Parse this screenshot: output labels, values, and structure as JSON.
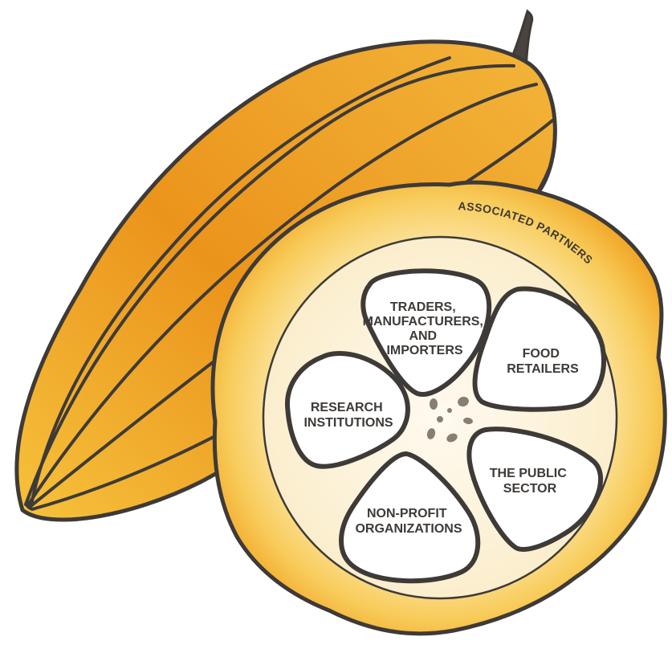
{
  "diagram": {
    "ring_label": "ASSOCIATED PARTNERS",
    "segments": [
      {
        "id": "traders",
        "lines": [
          "TRADERS,",
          "MANUFACTURERS,",
          "AND",
          "IMPORTERS"
        ]
      },
      {
        "id": "food-retailers",
        "lines": [
          "FOOD",
          "RETAILERS"
        ]
      },
      {
        "id": "public-sector",
        "lines": [
          "THE PUBLIC",
          "SECTOR"
        ]
      },
      {
        "id": "non-profit",
        "lines": [
          "NON-PROFIT",
          "ORGANIZATIONS"
        ]
      },
      {
        "id": "research",
        "lines": [
          "RESEARCH",
          "INSTITUTIONS"
        ]
      }
    ],
    "colors": {
      "pod_light": "#f7c34a",
      "pod_dark": "#e9901a",
      "outline": "#3e3a37",
      "flesh": "#fdf3d6",
      "segment_fill": "#ffffff",
      "seed": "#8a7e73"
    }
  }
}
